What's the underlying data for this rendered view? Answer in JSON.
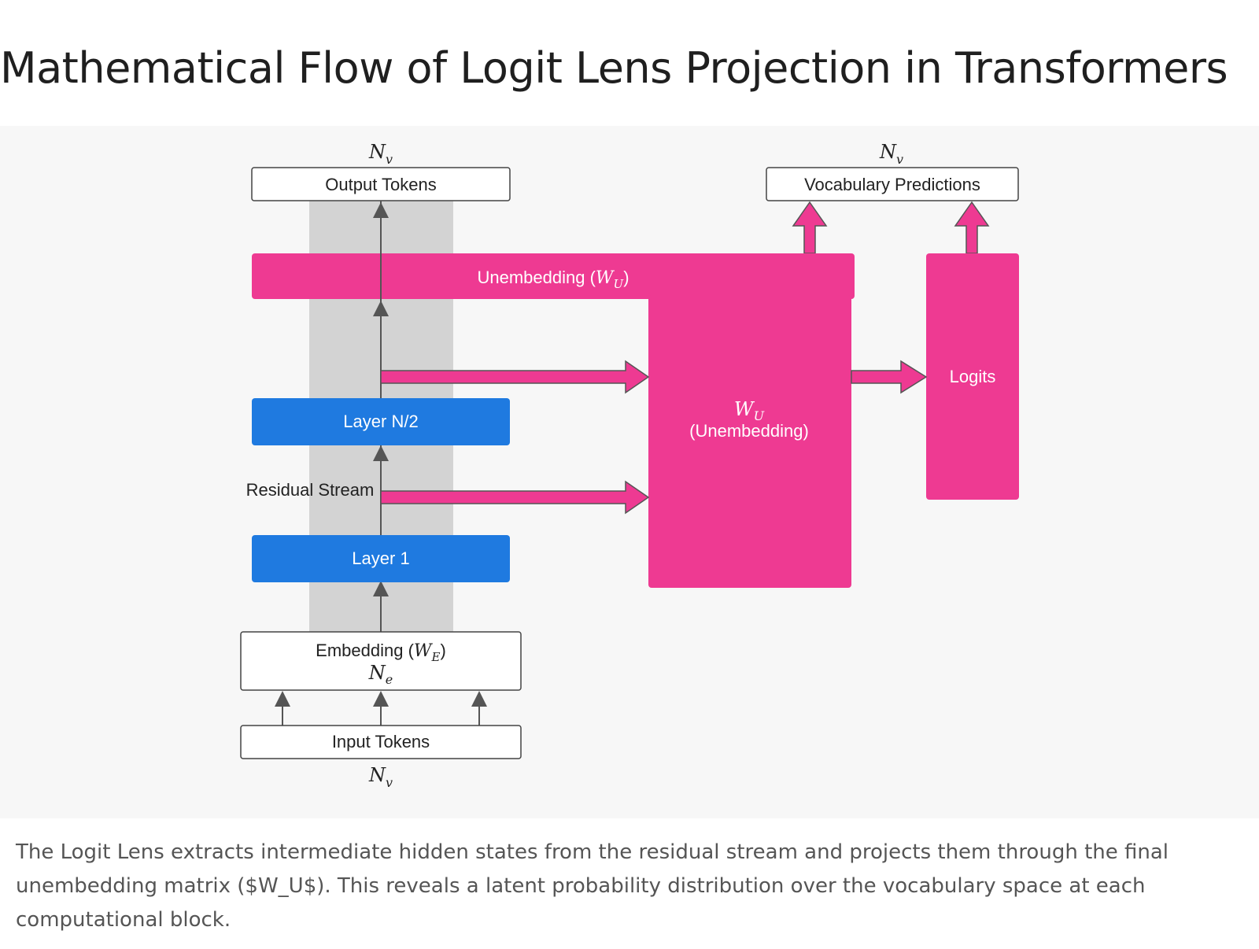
{
  "title": "Mathematical Flow of Logit Lens Projection in Transformers",
  "caption": "The Logit Lens extracts intermediate hidden states from the residual stream and projects them through the final unembedding matrix ($W_U$). This reveals a latent probability distribution over the vocabulary space at each computational block.",
  "diagram": {
    "output_tokens": {
      "label": "Output Tokens",
      "dim_main": "N",
      "dim_sub": "v"
    },
    "vocab_predictions": {
      "label": "Vocabulary Predictions",
      "dim_main": "N",
      "dim_sub": "v"
    },
    "unembedding_bar": {
      "label_prefix": "Unembedding (",
      "math_main": "W",
      "math_sub": "U",
      "label_suffix": ")"
    },
    "wu_block": {
      "math_main": "W",
      "math_sub": "U",
      "label": "(Unembedding)"
    },
    "logits": {
      "label": "Logits"
    },
    "layer_n2": {
      "label": "Layer N/2"
    },
    "layer_1": {
      "label": "Layer 1"
    },
    "residual_stream": {
      "label": "Residual Stream"
    },
    "embedding": {
      "label_prefix": "Embedding (",
      "math_main": "W",
      "math_sub": "E",
      "label_suffix": ")",
      "dim_main": "N",
      "dim_sub": "e"
    },
    "input_tokens": {
      "label": "Input Tokens",
      "dim_main": "N",
      "dim_sub": "v"
    },
    "colors": {
      "pink": "#ee3a92",
      "blue": "#1f7ae0",
      "stream": "#d3d3d3",
      "arrow": "#555555"
    }
  }
}
